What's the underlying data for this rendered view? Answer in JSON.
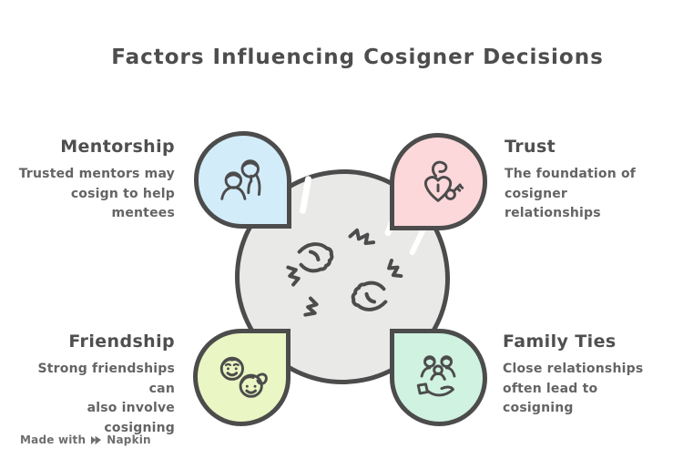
{
  "title": "Factors Influencing Cosigner Decisions",
  "footer": {
    "made_with": "Made with",
    "brand": "Napkin"
  },
  "center": {
    "icon": "fist-bump-icon",
    "fill_color": "#e9e9e8"
  },
  "style": {
    "background": "#ffffff",
    "outline_color": "#4c4c4c",
    "title_color": "#4d4d4d",
    "heading_color": "#4f4f4f",
    "body_text_color": "#646464"
  },
  "factors": [
    {
      "id": "mentorship",
      "label": "Mentorship",
      "description": "Trusted mentors may\ncosign to help\nmentees",
      "icon": "mentorship-people-icon",
      "bubble_color": "#d3ecfa",
      "position": "top-left"
    },
    {
      "id": "trust",
      "label": "Trust",
      "description": "The foundation of\ncosigner relationships",
      "icon": "heart-lock-key-icon",
      "bubble_color": "#fcd8da",
      "position": "top-right"
    },
    {
      "id": "friendship",
      "label": "Friendship",
      "description": "Strong friendships can\nalso involve cosigning",
      "icon": "friends-faces-icon",
      "bubble_color": "#eaf6c3",
      "position": "bottom-left"
    },
    {
      "id": "family-ties",
      "label": "Family Ties",
      "description": "Close relationships\noften lead to\ncosigning",
      "icon": "family-hand-icon",
      "bubble_color": "#d0f2e1",
      "position": "bottom-right"
    }
  ]
}
